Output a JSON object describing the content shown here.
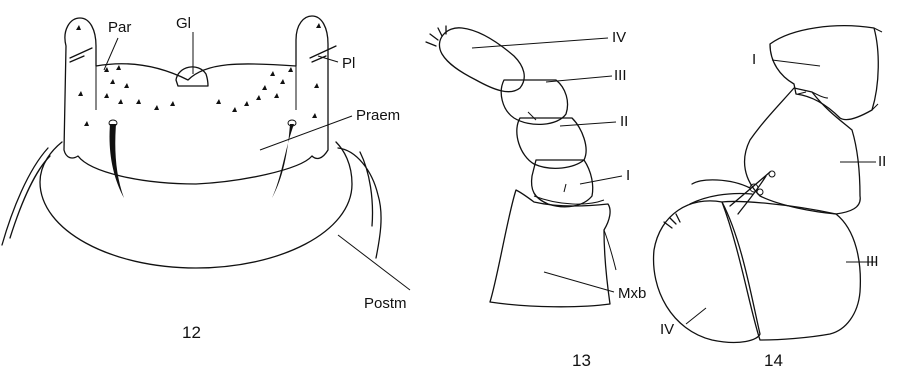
{
  "figures": [
    {
      "number": "12",
      "labels": {
        "par": "Par",
        "gl": "Gl",
        "pl": "Pl",
        "praem": "Praem",
        "postm": "Postm"
      }
    },
    {
      "number": "13",
      "labels": {
        "iv": "IV",
        "iii": "III",
        "ii": "II",
        "i": "I",
        "mxb": "Mxb"
      }
    },
    {
      "number": "14",
      "labels": {
        "i": "I",
        "ii": "II",
        "iii": "III",
        "iv": "IV"
      }
    }
  ]
}
